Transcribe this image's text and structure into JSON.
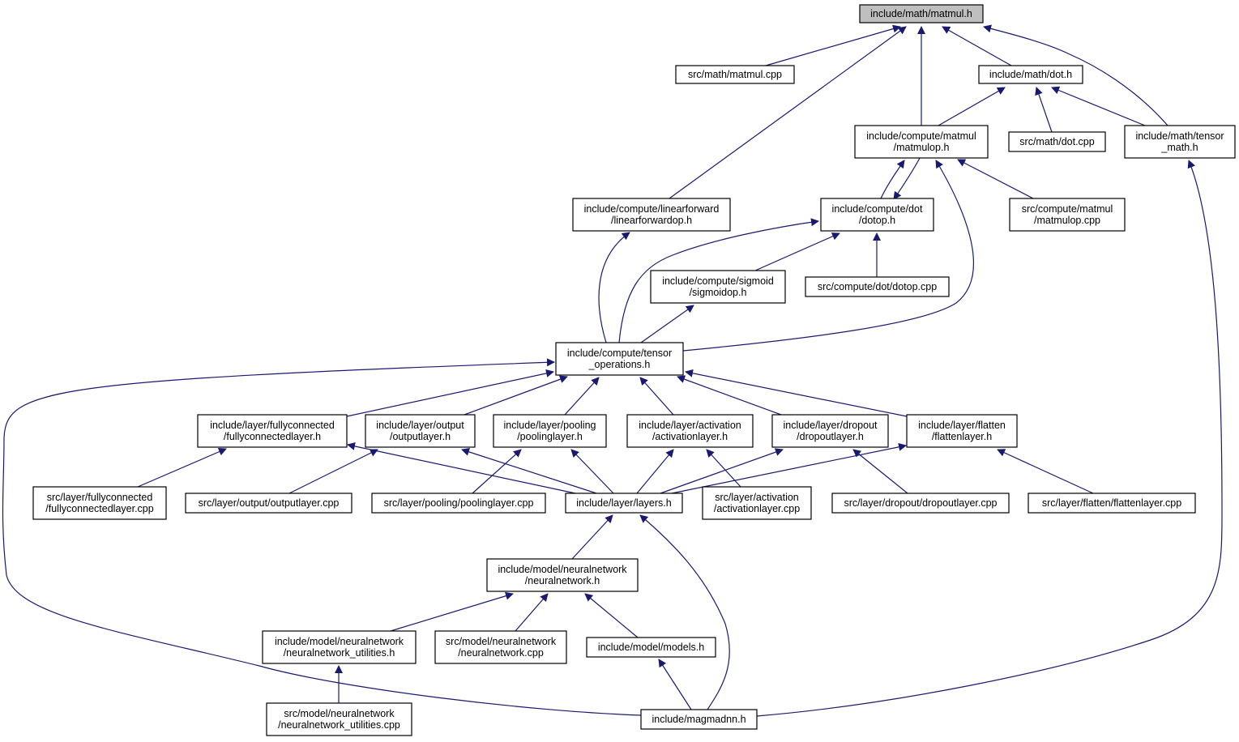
{
  "colors": {
    "edge": "#191970",
    "node_fill": "#ffffff",
    "root_fill": "#bfbfbf",
    "node_border": "#000000"
  },
  "nodes": [
    {
      "id": "matmul_h",
      "lines": [
        "include/math/matmul.h"
      ],
      "root": true
    },
    {
      "id": "matmul_cpp",
      "lines": [
        "src/math/matmul.cpp"
      ]
    },
    {
      "id": "dot_h",
      "lines": [
        "include/math/dot.h"
      ]
    },
    {
      "id": "matmulop_h",
      "lines": [
        "include/compute/matmul",
        "/matmulop.h"
      ]
    },
    {
      "id": "dot_cpp",
      "lines": [
        "src/math/dot.cpp"
      ]
    },
    {
      "id": "tensor_math_h",
      "lines": [
        "include/math/tensor",
        "_math.h"
      ]
    },
    {
      "id": "linearforwardop_h",
      "lines": [
        "include/compute/linearforward",
        "/linearforwardop.h"
      ]
    },
    {
      "id": "dotop_h",
      "lines": [
        "include/compute/dot",
        "/dotop.h"
      ]
    },
    {
      "id": "matmulop_cpp",
      "lines": [
        "src/compute/matmul",
        "/matmulop.cpp"
      ]
    },
    {
      "id": "sigmoidop_h",
      "lines": [
        "include/compute/sigmoid",
        "/sigmoidop.h"
      ]
    },
    {
      "id": "dotop_cpp",
      "lines": [
        "src/compute/dot/dotop.cpp"
      ]
    },
    {
      "id": "tensor_operations_h",
      "lines": [
        "include/compute/tensor",
        "_operations.h"
      ]
    },
    {
      "id": "fullyconnectedlayer_h",
      "lines": [
        "include/layer/fullyconnected",
        "/fullyconnectedlayer.h"
      ]
    },
    {
      "id": "outputlayer_h",
      "lines": [
        "include/layer/output",
        "/outputlayer.h"
      ]
    },
    {
      "id": "poolinglayer_h",
      "lines": [
        "include/layer/pooling",
        "/poolinglayer.h"
      ]
    },
    {
      "id": "activationlayer_h",
      "lines": [
        "include/layer/activation",
        "/activationlayer.h"
      ]
    },
    {
      "id": "dropoutlayer_h",
      "lines": [
        "include/layer/dropout",
        "/dropoutlayer.h"
      ]
    },
    {
      "id": "flattenlayer_h",
      "lines": [
        "include/layer/flatten",
        "/flattenlayer.h"
      ]
    },
    {
      "id": "fullyconnectedlayer_cpp",
      "lines": [
        "src/layer/fullyconnected",
        "/fullyconnectedlayer.cpp"
      ]
    },
    {
      "id": "outputlayer_cpp",
      "lines": [
        "src/layer/output/outputlayer.cpp"
      ]
    },
    {
      "id": "poolinglayer_cpp",
      "lines": [
        "src/layer/pooling/poolinglayer.cpp"
      ]
    },
    {
      "id": "layers_h",
      "lines": [
        "include/layer/layers.h"
      ]
    },
    {
      "id": "activationlayer_cpp",
      "lines": [
        "src/layer/activation",
        "/activationlayer.cpp"
      ]
    },
    {
      "id": "dropoutlayer_cpp",
      "lines": [
        "src/layer/dropout/dropoutlayer.cpp"
      ]
    },
    {
      "id": "flattenlayer_cpp",
      "lines": [
        "src/layer/flatten/flattenlayer.cpp"
      ]
    },
    {
      "id": "neuralnetwork_h",
      "lines": [
        "include/model/neuralnetwork",
        "/neuralnetwork.h"
      ]
    },
    {
      "id": "neuralnetwork_utilities_h",
      "lines": [
        "include/model/neuralnetwork",
        "/neuralnetwork_utilities.h"
      ]
    },
    {
      "id": "neuralnetwork_cpp",
      "lines": [
        "src/model/neuralnetwork",
        "/neuralnetwork.cpp"
      ]
    },
    {
      "id": "models_h",
      "lines": [
        "include/model/models.h"
      ]
    },
    {
      "id": "neuralnetwork_utilities_cpp",
      "lines": [
        "src/model/neuralnetwork",
        "/neuralnetwork_utilities.cpp"
      ]
    },
    {
      "id": "magmadnn_h",
      "lines": [
        "include/magmadnn.h"
      ]
    }
  ],
  "edges": [
    {
      "from": "matmul_cpp",
      "to": "matmul_h"
    },
    {
      "from": "dot_h",
      "to": "matmul_h"
    },
    {
      "from": "matmulop_h",
      "to": "matmul_h"
    },
    {
      "from": "tensor_math_h",
      "to": "matmul_h"
    },
    {
      "from": "linearforwardop_h",
      "to": "matmul_h"
    },
    {
      "from": "matmulop_h",
      "to": "dot_h"
    },
    {
      "from": "dot_cpp",
      "to": "dot_h"
    },
    {
      "from": "tensor_math_h",
      "to": "dot_h"
    },
    {
      "from": "dotop_h",
      "to": "matmulop_h"
    },
    {
      "from": "matmulop_h",
      "to": "dotop_h"
    },
    {
      "from": "matmulop_cpp",
      "to": "matmulop_h"
    },
    {
      "from": "tensor_operations_h",
      "to": "matmulop_h"
    },
    {
      "from": "tensor_operations_h",
      "to": "linearforwardop_h"
    },
    {
      "from": "tensor_operations_h",
      "to": "dotop_h"
    },
    {
      "from": "sigmoidop_h",
      "to": "dotop_h"
    },
    {
      "from": "dotop_cpp",
      "to": "dotop_h"
    },
    {
      "from": "tensor_operations_h",
      "to": "sigmoidop_h"
    },
    {
      "from": "fullyconnectedlayer_h",
      "to": "tensor_operations_h"
    },
    {
      "from": "outputlayer_h",
      "to": "tensor_operations_h"
    },
    {
      "from": "poolinglayer_h",
      "to": "tensor_operations_h"
    },
    {
      "from": "activationlayer_h",
      "to": "tensor_operations_h"
    },
    {
      "from": "dropoutlayer_h",
      "to": "tensor_operations_h"
    },
    {
      "from": "flattenlayer_h",
      "to": "tensor_operations_h"
    },
    {
      "from": "magmadnn_h",
      "to": "tensor_operations_h"
    },
    {
      "from": "fullyconnectedlayer_cpp",
      "to": "fullyconnectedlayer_h"
    },
    {
      "from": "layers_h",
      "to": "fullyconnectedlayer_h"
    },
    {
      "from": "outputlayer_cpp",
      "to": "outputlayer_h"
    },
    {
      "from": "layers_h",
      "to": "outputlayer_h"
    },
    {
      "from": "poolinglayer_cpp",
      "to": "poolinglayer_h"
    },
    {
      "from": "layers_h",
      "to": "poolinglayer_h"
    },
    {
      "from": "layers_h",
      "to": "activationlayer_h"
    },
    {
      "from": "activationlayer_cpp",
      "to": "activationlayer_h"
    },
    {
      "from": "layers_h",
      "to": "dropoutlayer_h"
    },
    {
      "from": "dropoutlayer_cpp",
      "to": "dropoutlayer_h"
    },
    {
      "from": "layers_h",
      "to": "flattenlayer_h"
    },
    {
      "from": "flattenlayer_cpp",
      "to": "flattenlayer_h"
    },
    {
      "from": "neuralnetwork_h",
      "to": "layers_h"
    },
    {
      "from": "magmadnn_h",
      "to": "layers_h"
    },
    {
      "from": "neuralnetwork_utilities_h",
      "to": "neuralnetwork_h"
    },
    {
      "from": "neuralnetwork_cpp",
      "to": "neuralnetwork_h"
    },
    {
      "from": "models_h",
      "to": "neuralnetwork_h"
    },
    {
      "from": "neuralnetwork_utilities_cpp",
      "to": "neuralnetwork_utilities_h"
    },
    {
      "from": "magmadnn_h",
      "to": "models_h"
    },
    {
      "from": "magmadnn_h",
      "to": "tensor_math_h"
    }
  ]
}
